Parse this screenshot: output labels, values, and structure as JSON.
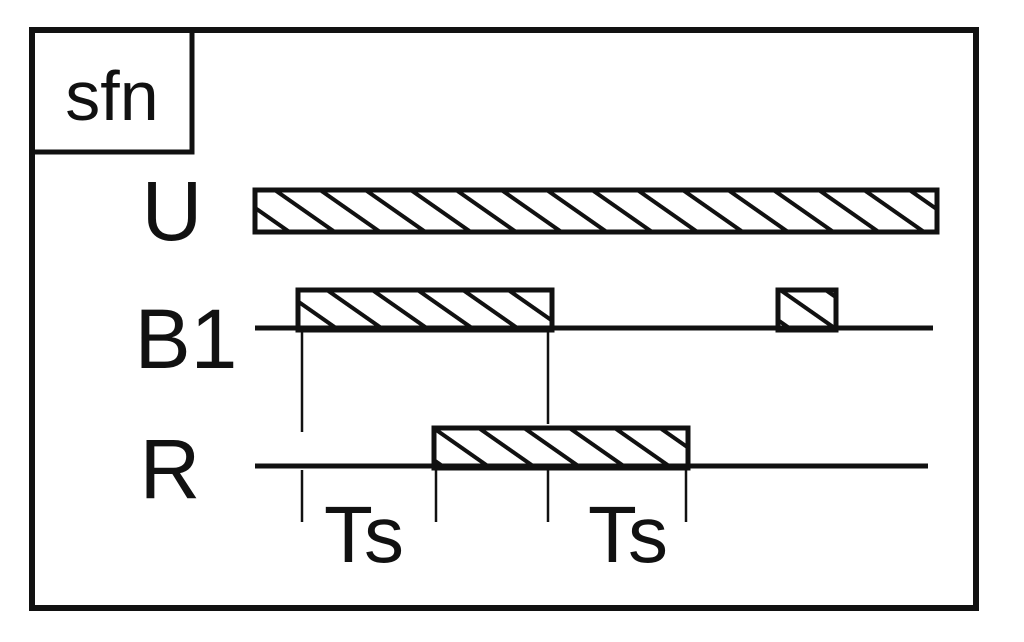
{
  "badge": "sfn",
  "signals": {
    "u": "U",
    "b1": "B1",
    "r": "R"
  },
  "timing": {
    "first_delay_label": "Ts",
    "second_delay_label": "Ts"
  },
  "colors": {
    "ink": "#111111",
    "paper": "#ffffff"
  }
}
